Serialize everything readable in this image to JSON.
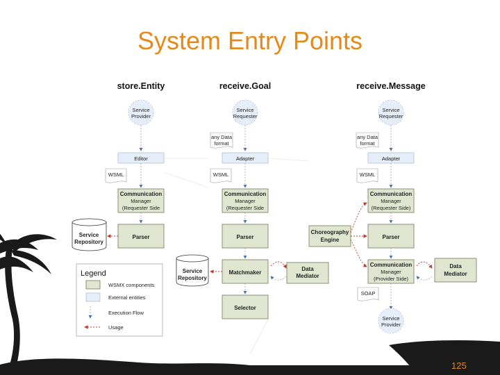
{
  "title": "System Entry Points",
  "page_number": "125",
  "colors": {
    "title": "#e58a1a",
    "wsmx_component": "#dfe5cf",
    "external_entity": "#e6eef9",
    "usage_arrow": "#c0392b"
  },
  "columns": {
    "store": "store.Entity",
    "goal": "receive.Goal",
    "message": "receive.Message"
  },
  "col1": {
    "provider": [
      "Service",
      "Provider"
    ],
    "editor": "Editor",
    "wsml": "WSML",
    "comm": [
      "Communication",
      "Manager",
      "(Requester Side"
    ],
    "parser": "Parser",
    "repo": [
      "Service",
      "Repository"
    ]
  },
  "col2": {
    "requester": [
      "Service",
      "Requester"
    ],
    "anydata": [
      "any Data",
      "format"
    ],
    "adapter": "Adapter",
    "wsml": "WSML",
    "comm": [
      "Communication",
      "Manager",
      "(Requester Side"
    ],
    "parser": "Parser",
    "repo": [
      "Service",
      "Repository"
    ],
    "matchmaker": "Matchmaker",
    "mediator": [
      "Data",
      "Mediator"
    ],
    "selector": "Selector"
  },
  "col3": {
    "requester": [
      "Service",
      "Requester"
    ],
    "anydata": [
      "any Data",
      "format"
    ],
    "adapter": "Adapter",
    "wsml": "WSML",
    "comm_req": [
      "Communication",
      "Manager",
      "(Requester Side)"
    ],
    "choreo": [
      "Choreography",
      "Engine"
    ],
    "parser": "Parser",
    "comm_prov": [
      "Communication",
      "Manager",
      "(Provider Side)"
    ],
    "mediator": [
      "Data",
      "Mediator"
    ],
    "soap": "SOAP",
    "provider": [
      "Service",
      "Provider"
    ]
  },
  "legend": {
    "title": "Legend",
    "items": [
      "WSMX components",
      "External entities",
      "Execution Flow",
      "Usage"
    ]
  }
}
